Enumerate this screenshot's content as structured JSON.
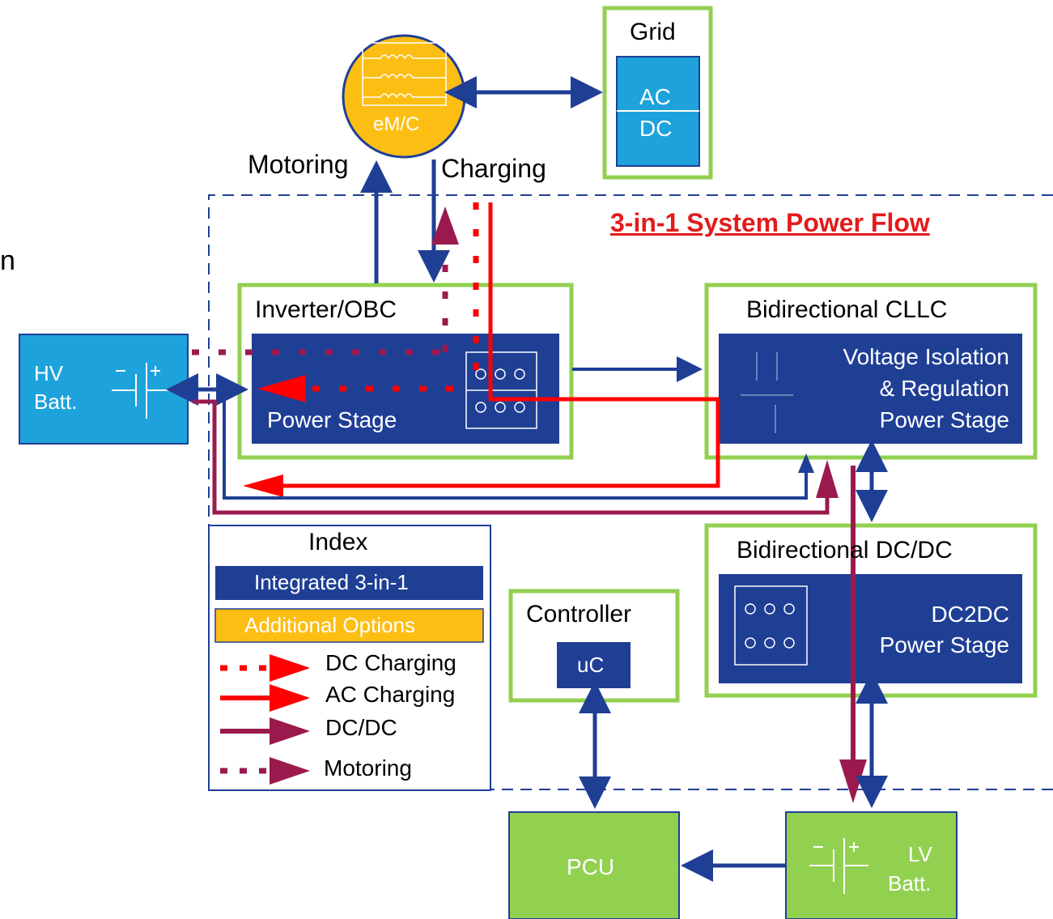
{
  "title": "3-in-1 System Power Flow",
  "edge_fragment": "n",
  "blocks": {
    "grid": {
      "title": "Grid",
      "top": "AC",
      "bottom": "DC"
    },
    "motor": {
      "label": "eM/C"
    },
    "hv_batt": {
      "line1": "HV",
      "line2": "Batt."
    },
    "inverter": {
      "title": "Inverter/OBC",
      "stage": "Power Stage"
    },
    "cllc": {
      "title": "Bidirectional CLLC",
      "line1": "Voltage Isolation",
      "line2": "& Regulation",
      "line3": "Power Stage"
    },
    "dcdc": {
      "title": "Bidirectional DC/DC",
      "line1": "DC2DC",
      "line2": "Power Stage"
    },
    "controller": {
      "title": "Controller",
      "chip": "uC"
    },
    "pcu": {
      "label": "PCU"
    },
    "lv_batt": {
      "line1": "LV",
      "line2": "Batt."
    }
  },
  "flow_labels": {
    "motoring": "Motoring",
    "charging": "Charging"
  },
  "index": {
    "title": "Index",
    "integrated": "Integrated 3-in-1",
    "additional": "Additional Options",
    "items": [
      {
        "label": "DC Charging",
        "style": "dotted",
        "color": "#ff0000"
      },
      {
        "label": "AC Charging",
        "style": "solid",
        "color": "#ff0000"
      },
      {
        "label": "DC/DC",
        "style": "solid",
        "color": "#9b1a4e"
      },
      {
        "label": "Motoring",
        "style": "dotted",
        "color": "#9b1a4e"
      }
    ]
  },
  "colors": {
    "navy": "#1f3f95",
    "light_blue": "#1ea2dc",
    "green_border": "#92d050",
    "green_fill": "#92d050",
    "orange": "#fdbe13",
    "red": "#ff0000",
    "maroon": "#9b1a4e",
    "title_red": "#e31b1b"
  }
}
